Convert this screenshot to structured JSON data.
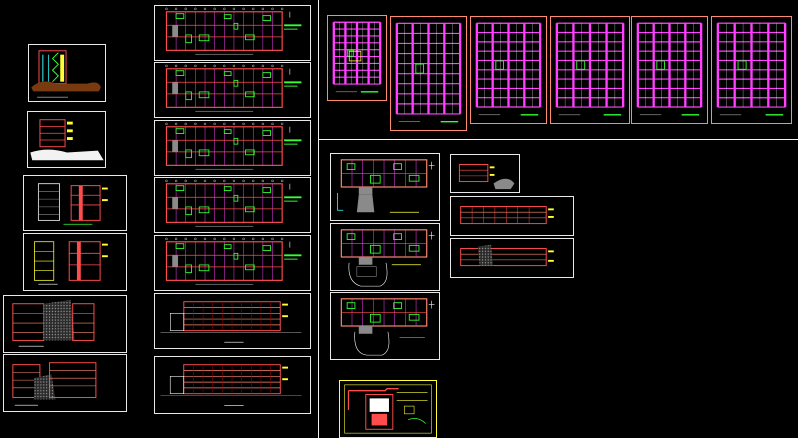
{
  "drawing": {
    "background": "#000000",
    "colors": {
      "frame": "#e8e8e8",
      "wall": "#ff4d4d",
      "grid": "#ff40ff",
      "green": "#33ff33",
      "yellow": "#ffff33",
      "cyan": "#33ffff",
      "white": "#ffffff",
      "salmon": "#ff8a70",
      "gray": "#8a8a8a",
      "darkred": "#a00000"
    },
    "sheet_groups": [
      {
        "name": "elevations-and-sections",
        "count": 6
      },
      {
        "name": "typical-floor-plans",
        "count": 5
      },
      {
        "name": "long-elevations",
        "count": 2
      },
      {
        "name": "structural-framing-plans",
        "count": 6
      },
      {
        "name": "ground-floor-plans",
        "count": 3
      },
      {
        "name": "details",
        "count": 3
      },
      {
        "name": "site-plan",
        "count": 1
      }
    ]
  }
}
